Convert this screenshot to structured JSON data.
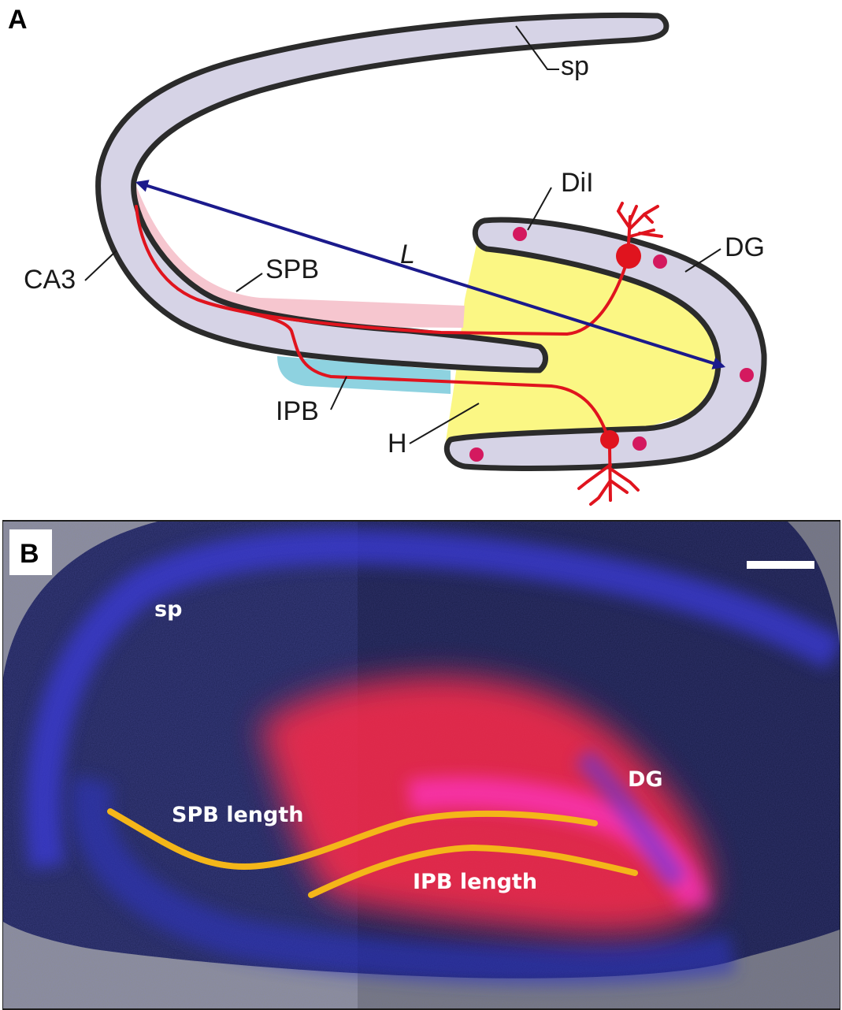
{
  "panel_a": {
    "letter": "A",
    "labels": {
      "sp": "sp",
      "dil": "DiI",
      "dg": "DG",
      "ca3": "CA3",
      "spb": "SPB",
      "l": "L",
      "ipb": "IPB",
      "h": "H"
    },
    "colors": {
      "layer_fill": "#d6d3e6",
      "layer_stroke": "#2b2b2b",
      "hilus_fill": "#fbf784",
      "spb_fill": "#f6c6cf",
      "ipb_fill": "#8ed2e0",
      "axon": "#e0141e",
      "dil_dot": "#d4195f",
      "arrow": "#1b1a8c"
    }
  },
  "panel_b": {
    "letter": "B",
    "labels": {
      "sp": "sp",
      "dg": "DG",
      "spb_length": "SPB length",
      "ipb_length": "IPB length"
    },
    "colors": {
      "trace": "#f4b619",
      "dil_signal": "#ff2a4a",
      "dapi": "#3a3ad8"
    }
  }
}
